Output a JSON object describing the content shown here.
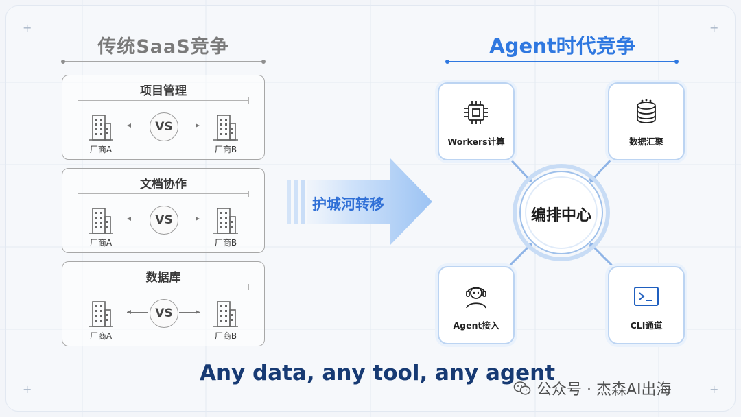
{
  "left": {
    "title": "传统SaaS竞争",
    "cards": [
      {
        "title": "项目管理",
        "vendor_a": "厂商A",
        "vendor_b": "厂商B",
        "vs": "VS"
      },
      {
        "title": "文档协作",
        "vendor_a": "厂商A",
        "vendor_b": "厂商B",
        "vs": "VS"
      },
      {
        "title": "数据库",
        "vendor_a": "厂商A",
        "vendor_b": "厂商B",
        "vs": "VS"
      }
    ]
  },
  "middle": {
    "label": "护城河转移"
  },
  "right": {
    "title": "Agent时代竞争",
    "hub": "编排中心",
    "nodes": [
      {
        "label": "Workers计算",
        "icon": "cpu-chip-icon"
      },
      {
        "label": "数据汇聚",
        "icon": "database-icon"
      },
      {
        "label": "Agent接入",
        "icon": "headset-person-icon"
      },
      {
        "label": "CLI通道",
        "icon": "terminal-icon"
      }
    ]
  },
  "footer": "Any data, any tool, any agent",
  "watermark": "公众号 · 杰森AI出海",
  "colors": {
    "accent": "#2f78e0",
    "footer": "#173a73",
    "gray": "#7a7a7a"
  }
}
